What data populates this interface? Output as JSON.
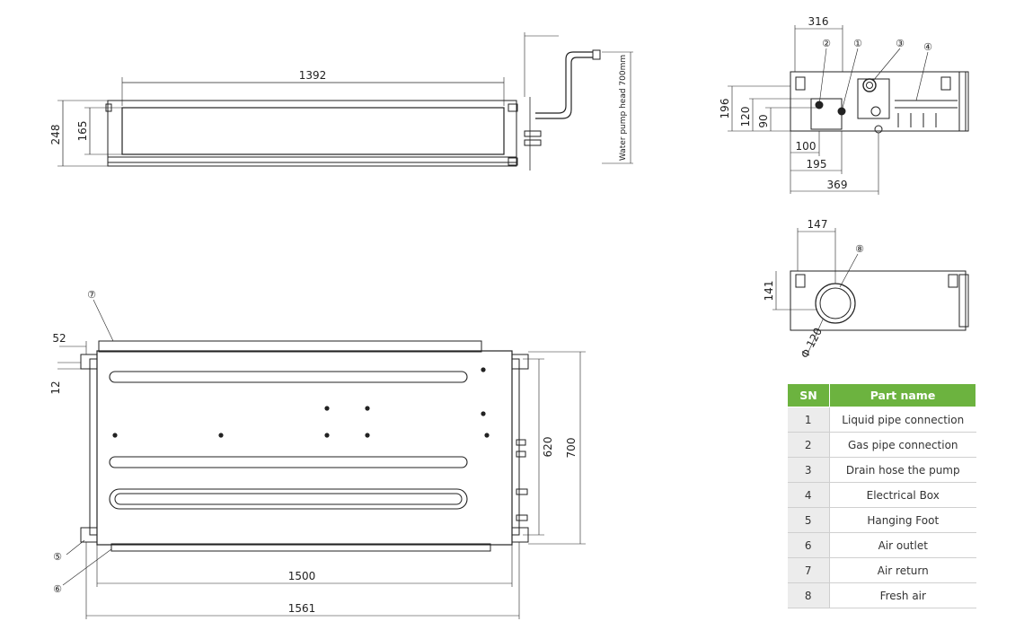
{
  "side_view": {
    "dim_length": "1392",
    "dim_height": "248",
    "dim_inner_height": "165",
    "pump_note": "Water pump head 700mm"
  },
  "end_view_top": {
    "dim_316": "316",
    "dim_196": "196",
    "dim_120": "120",
    "dim_90": "90",
    "dim_100": "100",
    "dim_195": "195",
    "dim_369": "369",
    "markers": [
      "②",
      "①",
      "③",
      "④"
    ]
  },
  "end_view_bottom": {
    "dim_147": "147",
    "dim_141": "141",
    "dia_label": "Φ 120",
    "marker": "⑧"
  },
  "plan_view": {
    "dim_52": "52",
    "dim_12": "12",
    "dim_620": "620",
    "dim_700": "700",
    "dim_1500": "1500",
    "dim_1561": "1561",
    "marker_7": "⑦",
    "marker_5": "⑤",
    "marker_6": "⑥"
  },
  "parts_table": {
    "header_sn": "SN",
    "header_name": "Part name",
    "header_color": "#6cb33f",
    "rows": [
      {
        "sn": "1",
        "name": "Liquid pipe connection"
      },
      {
        "sn": "2",
        "name": "Gas pipe connection"
      },
      {
        "sn": "3",
        "name": "Drain hose the pump"
      },
      {
        "sn": "4",
        "name": "Electrical Box"
      },
      {
        "sn": "5",
        "name": "Hanging Foot"
      },
      {
        "sn": "6",
        "name": "Air outlet"
      },
      {
        "sn": "7",
        "name": "Air return"
      },
      {
        "sn": "8",
        "name": "Fresh air"
      }
    ]
  }
}
